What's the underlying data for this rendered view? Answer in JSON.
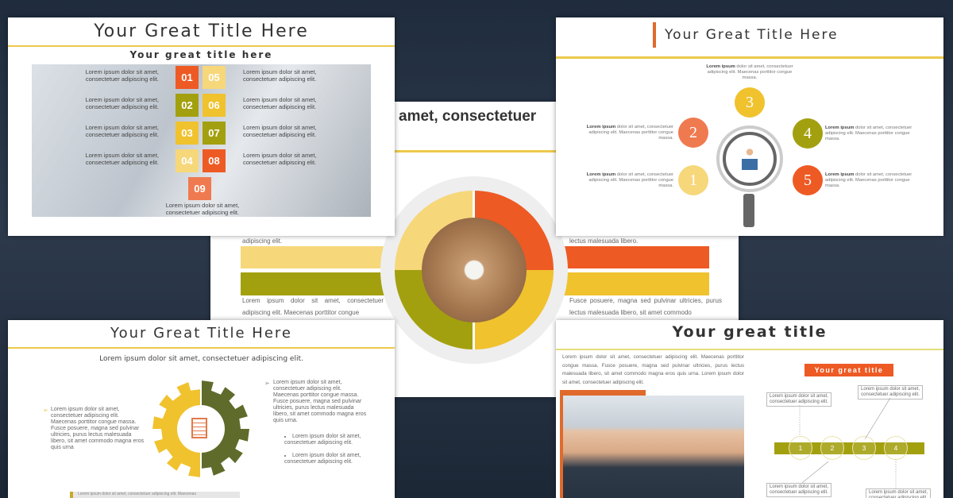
{
  "colors": {
    "yellow": "#f0c22e",
    "light_yellow": "#f6d77a",
    "orange": "#ee5a24",
    "olive": "#a3a00f",
    "dark_olive": "#5f6b2a",
    "salmon": "#f07a50"
  },
  "center_slide": {
    "title": "amet, consectetuer",
    "top_left_text": "adipiscing elit.",
    "top_right_text": "lectus malesuada libero.",
    "left_text": "Lorem ipsum dolor sit amet, consectetuer adipiscing elit. Maecenas porttitor congue",
    "right_text": "Fusce posuere, magna sed pulvinar ultricies, purus lectus malesuada libero, sit amet commodo"
  },
  "slide1": {
    "title": "Your  Great Title Here",
    "subtitle": "Your great title here",
    "items": [
      {
        "num": "01",
        "text": "Lorem ipsum dolor sit amet, consectetuer adipiscing elit."
      },
      {
        "num": "02",
        "text": "Lorem ipsum dolor sit amet, consectetuer adipiscing elit."
      },
      {
        "num": "03",
        "text": "Lorem ipsum dolor sit amet, consectetuer adipiscing elit."
      },
      {
        "num": "04",
        "text": "Lorem ipsum dolor sit amet, consectetuer adipiscing elit."
      },
      {
        "num": "05",
        "text": "Lorem ipsum dolor sit amet, consectetuer adipiscing elit."
      },
      {
        "num": "06",
        "text": "Lorem ipsum dolor sit amet, consectetuer adipiscing elit."
      },
      {
        "num": "07",
        "text": "Lorem ipsum dolor sit amet, consectetuer adipiscing elit."
      },
      {
        "num": "08",
        "text": "Lorem ipsum dolor sit amet, consectetuer adipiscing elit."
      },
      {
        "num": "09",
        "text": "Lorem ipsum dolor sit amet, consectetuer adipiscing elit."
      }
    ]
  },
  "slide2": {
    "title": "Your  Great Title Here",
    "bold": "Lorem ipsum",
    "rest": " dolor sit amet, consectetuer adipiscing elit. Maecenas porttitor congue massa.",
    "nums": [
      "1",
      "2",
      "3",
      "4",
      "5"
    ],
    "icon": "people-group-icon"
  },
  "slide3": {
    "title": "Your  Great Title Here",
    "subtitle": "Lorem ipsum dolor sit amet, consectetuer adipiscing elit.",
    "left_text": "Lorem ipsum dolor sit amet, consectetuer adipiscing elit. Maecenas porttitor congue massa. Fusce posuere, magna sed pulvinar ultricies, purus lectus malesuada libero, sit amet commodo magna eros quis urna",
    "right_text": "Lorem ipsum dolor sit amet, consectetuer adipiscing elit. Maecenas porttitor congue massa. Fusce posuere, magna sed pulvinar ultricies, purus lectus malesuada libero, sit amet commodo magna eros quis urna.",
    "bullets": [
      "Lorem ipsum dolor sit amet, consectetuer adipiscing elit.",
      "Lorem ipsum dolor sit amet, consectetuer adipiscing elit."
    ],
    "footer_text": "Lorem ipsum dolor sit amet, consectetuer adipiscing elit. Maecenas",
    "icon": "checklist-icon"
  },
  "slide4": {
    "title": "Your great title",
    "paragraph": "Lorem ipsum dolor sit amet, consectetuer adipiscing elit. Maecenas porttitor congue massa. Fusce posuere, magna sed pulvinar ultricies, purus lectus malesuada libero, sit amet commodo magna eros quis urna. Lorem ipsum dolor sit amet, consectetuer adipiscing elit.",
    "label": "Your great title",
    "steps": [
      "1",
      "2",
      "3",
      "4"
    ],
    "box_text": "Lorem ipsum dolor sit amet, consectetuer adipiscing elit."
  }
}
